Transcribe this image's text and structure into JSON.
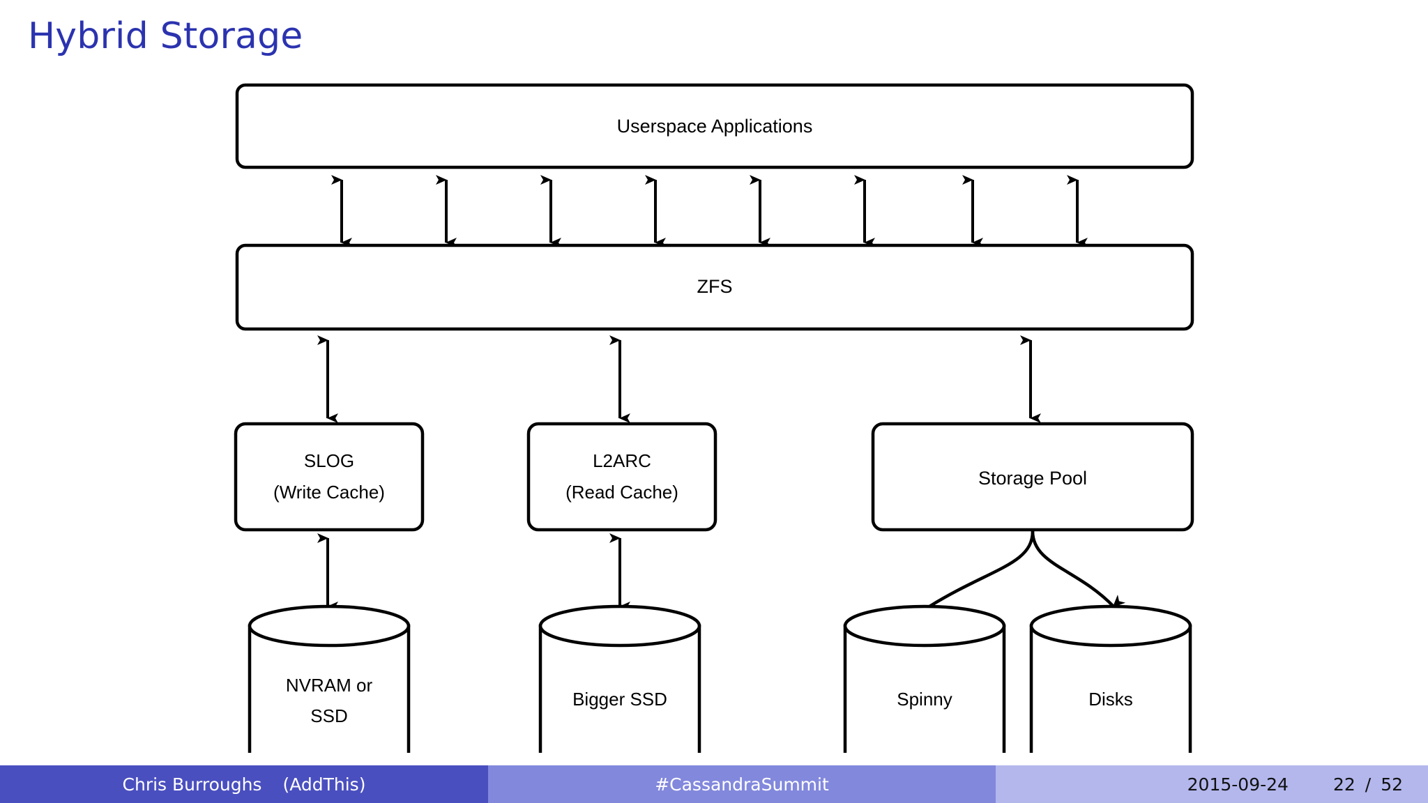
{
  "slide": {
    "title": "Hybrid Storage",
    "title_color": "#2B33AF"
  },
  "diagram": {
    "type": "block-diagram",
    "nodes": {
      "userspace": {
        "label": "Userspace Applications",
        "shape": "rounded-rect"
      },
      "zfs": {
        "label": "ZFS",
        "shape": "rounded-rect"
      },
      "slog": {
        "label_line1": "SLOG",
        "label_line2": "(Write Cache)",
        "shape": "rounded-rect"
      },
      "l2arc": {
        "label_line1": "L2ARC",
        "label_line2": "(Read Cache)",
        "shape": "rounded-rect"
      },
      "storage_pool": {
        "label": "Storage Pool",
        "shape": "rounded-rect"
      },
      "nvram": {
        "label_line1": "NVRAM or",
        "label_line2": "SSD",
        "shape": "cylinder"
      },
      "bigger_ssd": {
        "label_line1": "Bigger SSD",
        "label_line2": "",
        "shape": "cylinder"
      },
      "spinny": {
        "label_line1": "Spinny",
        "label_line2": "",
        "shape": "cylinder"
      },
      "disks": {
        "label_line1": "Disks",
        "label_line2": "",
        "shape": "cylinder"
      }
    },
    "edges": [
      {
        "from": "userspace",
        "to": "zfs",
        "style": "double-arrow",
        "count": 8
      },
      {
        "from": "zfs",
        "to": "slog",
        "style": "double-arrow"
      },
      {
        "from": "zfs",
        "to": "l2arc",
        "style": "double-arrow"
      },
      {
        "from": "zfs",
        "to": "storage_pool",
        "style": "double-arrow"
      },
      {
        "from": "slog",
        "to": "nvram",
        "style": "double-arrow"
      },
      {
        "from": "l2arc",
        "to": "bigger_ssd",
        "style": "double-arrow"
      },
      {
        "from": "storage_pool",
        "to": "spinny",
        "style": "curved-arrow"
      },
      {
        "from": "storage_pool",
        "to": "disks",
        "style": "curved-arrow"
      }
    ],
    "stroke_color": "#000000",
    "fill_color": "#ffffff"
  },
  "footer": {
    "author": "Chris Burroughs",
    "org": "(AddThis)",
    "hashtag": "#CassandraSummit",
    "date": "2015-09-24",
    "page_current": "22",
    "page_separator": "/",
    "page_total": "52",
    "color_left": "#4A4FBF",
    "color_center": "#8288DC",
    "color_right": "#B3B7EC"
  }
}
